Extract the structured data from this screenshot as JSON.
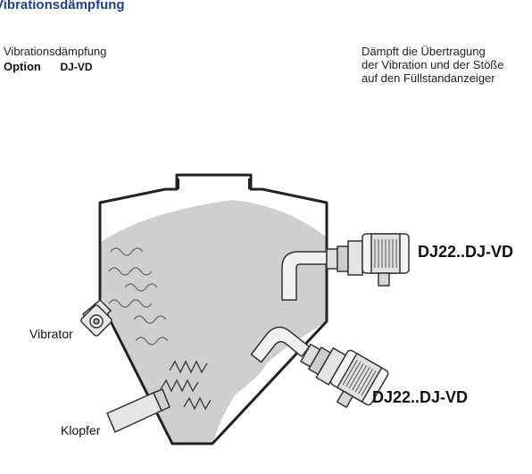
{
  "page_title": "Vibrationsdämpfung",
  "option": {
    "heading": "Vibrationsdämpfung",
    "label": "Option",
    "code": "DJ-VD"
  },
  "description": {
    "lines": [
      "Dämpft die Übertragung",
      "der Vibration und der Stöße",
      "auf den Füllstandanzeiger"
    ]
  },
  "diagram": {
    "labels": {
      "vibrator": "Vibrator",
      "klopfer": "Klopfer",
      "device_upper": "DJ22..DJ-VD",
      "device_lower": "DJ22..DJ-VD"
    },
    "colors": {
      "fill": "#cfcfcf",
      "outline": "#222222",
      "title": "#1f3f8f"
    }
  }
}
